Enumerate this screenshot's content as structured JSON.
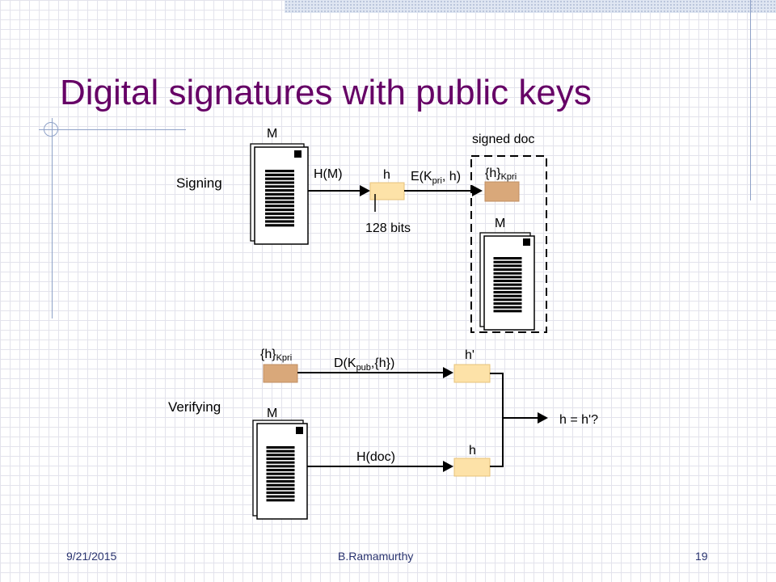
{
  "slide": {
    "title": "Digital signatures with public keys"
  },
  "diagram": {
    "signing": {
      "label": "Signing",
      "doc_label": "M",
      "hash_arrow_label": "H(M)",
      "digest_label": "h",
      "digest_size": "128 bits",
      "encrypt_fn": "E(K",
      "encrypt_sub": "pri",
      "encrypt_arg": ", h)",
      "signed_doc_label": "signed doc",
      "signature_base": "{h}",
      "signature_sub": "Kpri",
      "signed_doc_m": "M"
    },
    "verifying": {
      "label": "Verifying",
      "signature_base": "{h}",
      "signature_sub": "Kpri",
      "decrypt_fn": "D(K",
      "decrypt_sub": "pub",
      "decrypt_arg": ",{h})",
      "hprime_label": "h'",
      "doc_label": "M",
      "hash_arrow_label": "H(doc)",
      "digest_label": "h",
      "compare_label": "h = h'?"
    }
  },
  "footer": {
    "date": "9/21/2015",
    "author": "B.Ramamurthy",
    "page": "19"
  },
  "colors": {
    "title": "#660066",
    "digest_fill": "#fde2a8",
    "signature_fill": "#d9a87a",
    "footer_text": "#28326e"
  }
}
